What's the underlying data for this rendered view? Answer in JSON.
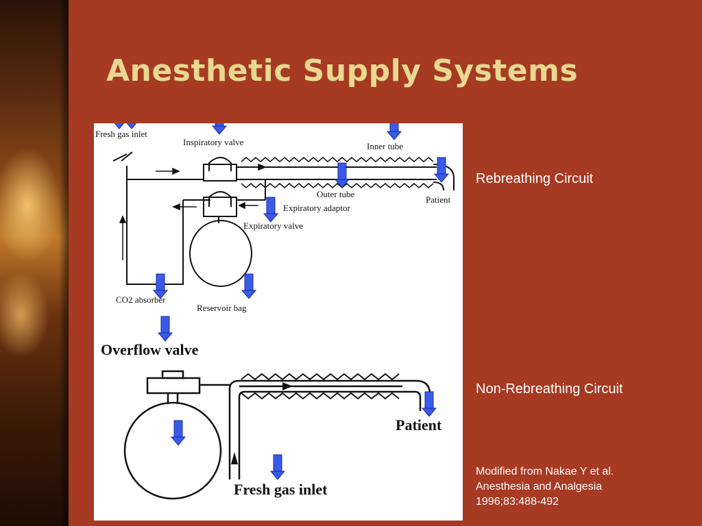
{
  "title": "Anesthetic Supply Systems",
  "labels": {
    "rebreathing": "Rebreathing Circuit",
    "non_rebreathing": "Non-Rebreathing Circuit"
  },
  "caption": {
    "line1": "Modified from Nakae Y et al.",
    "line2": "Anesthesia and Analgesia",
    "line3": "1996;83:488-492"
  },
  "diagram": {
    "top": {
      "fresh_gas_inlet": "Fresh gas inlet",
      "inspiratory_valve": "Inspiratory valve",
      "inner_tube": "Inner tube",
      "outer_tube": "Outer tube",
      "expiratory_adaptor": "Expiratory adaptor",
      "patient": "Patient",
      "expiratory_valve": "Expiratory valve",
      "co2_absorber": "CO2 absorber",
      "reservoir_bag": "Reservoir bag"
    },
    "bottom": {
      "overflow_valve": "Overflow valve",
      "patient": "Patient",
      "fresh_gas_inlet": "Fresh gas inlet"
    }
  },
  "colors": {
    "background": "#a63a22",
    "title": "#e8d890",
    "arrow_fill": "#3a5be8"
  }
}
